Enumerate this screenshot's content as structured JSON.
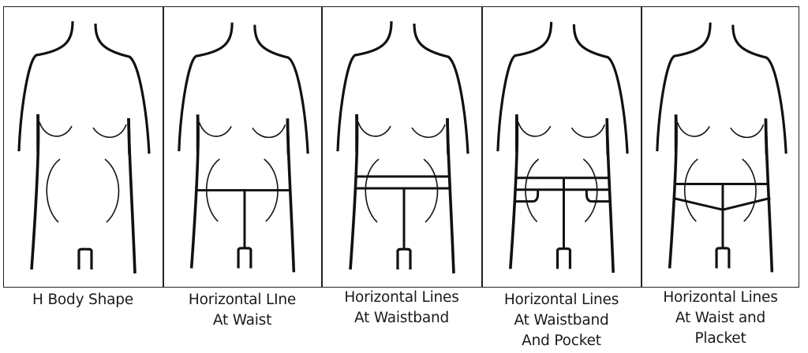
{
  "figure": {
    "title": "Body shape lines illustration",
    "line_color": "#111111",
    "border_color": "#222222",
    "background": "#ffffff",
    "panels": [
      {
        "id": "h-body-shape",
        "caption_lines": [
          "H Body Shape"
        ],
        "lines": "none"
      },
      {
        "id": "horizontal-line-at-waist",
        "caption_lines": [
          "Horizontal LIne",
          "At Waist"
        ],
        "lines": "single horizontal line at waist with vertical center line"
      },
      {
        "id": "horizontal-lines-at-waistband",
        "caption_lines": [
          "Horizontal Lines",
          "At Waistband"
        ],
        "lines": "double horizontal waistband lines with vertical center line"
      },
      {
        "id": "horizontal-lines-at-waistband-and-pocket",
        "caption_lines": [
          "Horizontal Lines",
          "At Waistband",
          "And Pocket"
        ],
        "lines": "double waistband lines, pocket curves, vertical center line"
      },
      {
        "id": "horizontal-lines-at-waist-and-placket",
        "caption_lines": [
          "Horizontal Lines",
          "At Waist and",
          "Placket"
        ],
        "lines": "waist line with V-shaped lower line and vertical placket"
      }
    ]
  }
}
